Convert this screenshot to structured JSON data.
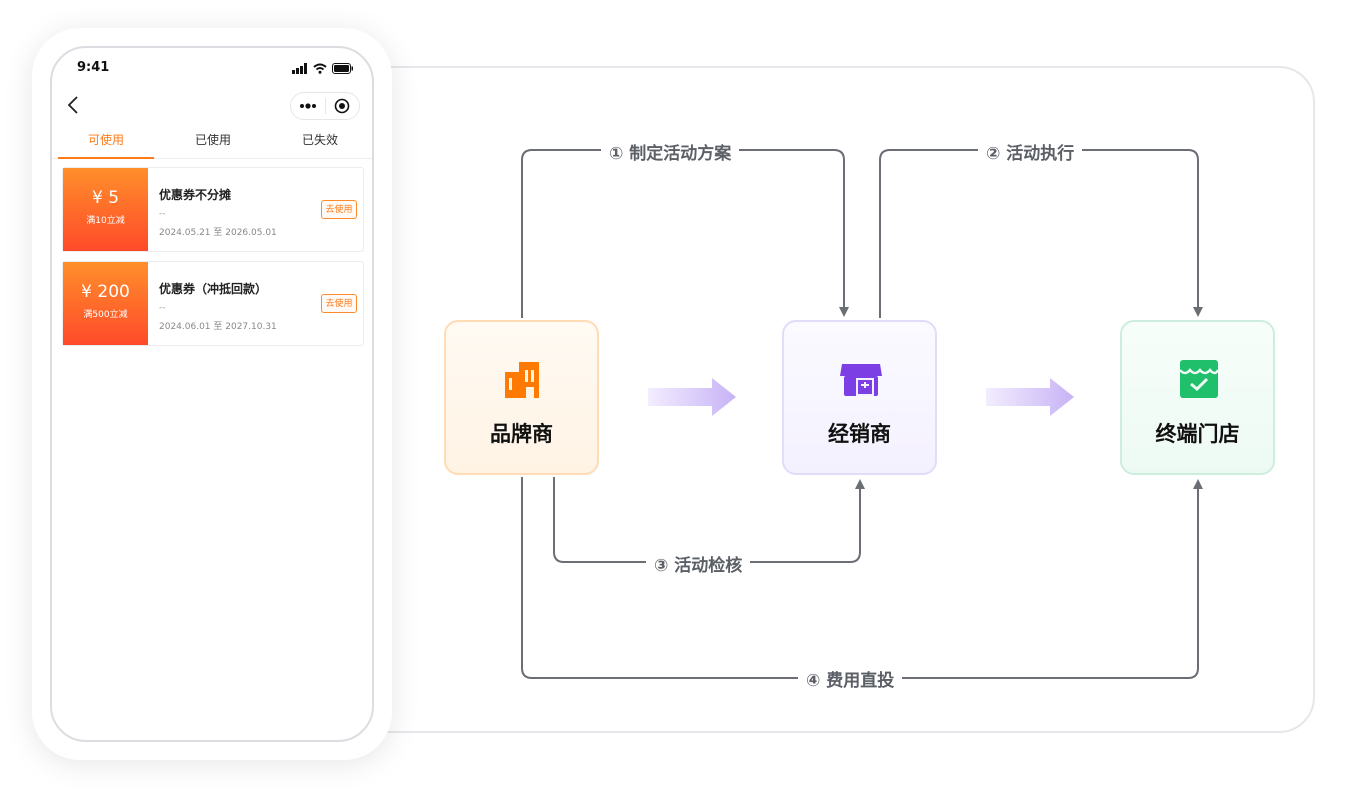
{
  "phone": {
    "status_time": "9:41",
    "tabs": [
      {
        "label": "可使用",
        "active": true
      },
      {
        "label": "已使用",
        "active": false
      },
      {
        "label": "已失效",
        "active": false
      }
    ],
    "coupons": [
      {
        "amount": "¥ 5",
        "condition": "满10立减",
        "name": "优惠券不分摊",
        "desc": "--",
        "date": "2024.05.21 至 2026.05.01",
        "action": "去使用"
      },
      {
        "amount": "¥ 200",
        "condition": "满500立减",
        "name": "优惠券（冲抵回款）",
        "desc": "--",
        "date": "2024.06.01 至 2027.10.31",
        "action": "去使用"
      }
    ]
  },
  "flow": {
    "nodes": {
      "brand": {
        "label": "品牌商",
        "icon": "building-icon",
        "color": "#ff7a00"
      },
      "dealer": {
        "label": "经销商",
        "icon": "store-box-icon",
        "color": "#7b3fe4"
      },
      "store": {
        "label": "终端门店",
        "icon": "shop-check-icon",
        "color": "#1fbf6b"
      }
    },
    "steps": {
      "s1": "① 制定活动方案",
      "s2": "② 活动执行",
      "s3": "③ 活动检核",
      "s4": "④ 费用直投"
    }
  }
}
